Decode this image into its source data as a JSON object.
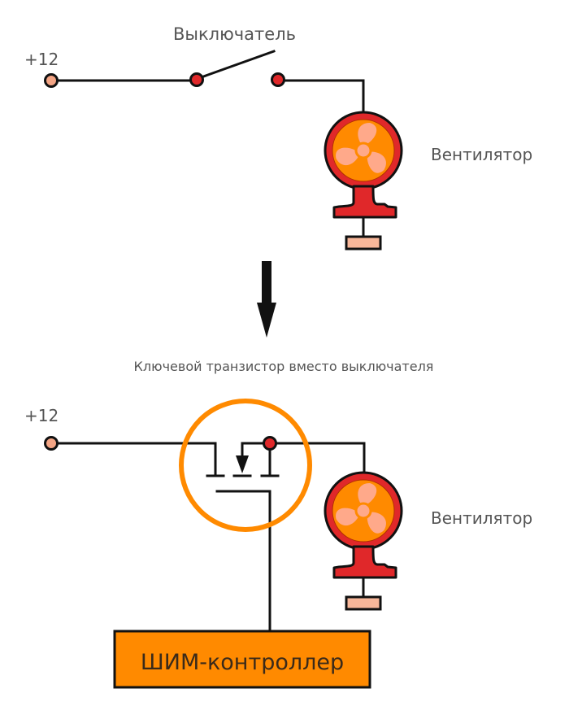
{
  "colors": {
    "wire": "#111111",
    "terminal_supply": "#F4A585",
    "terminal_switch": "#E0282A",
    "fan_body": "#E0282A",
    "fan_disc": "#FF8A00",
    "fan_blade": "#FFA98A",
    "fan_pad": "#F8B79A",
    "highlight_ring": "#FF8A00",
    "controller_fill": "#FF8A00",
    "label_text": "#555555"
  },
  "top_circuit": {
    "supply_label": "+12",
    "switch_label": "Выключатель",
    "fan_label": "Вентилятор"
  },
  "transition": {
    "arrow": "down-arrow",
    "caption": "Ключевой транзистор вместо выключателя"
  },
  "bottom_circuit": {
    "supply_label": "+12",
    "fan_label": "Вентилятор",
    "controller_label": "ШИМ-контроллер",
    "transistor": "mosfet-symbol"
  }
}
